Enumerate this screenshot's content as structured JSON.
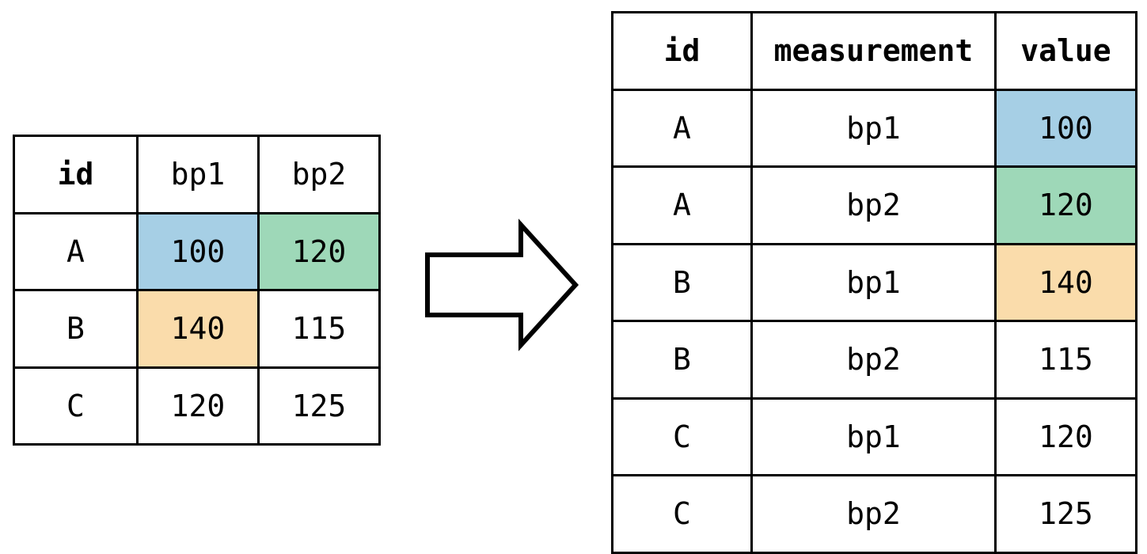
{
  "diagram": {
    "title": "pivot-longer-transformation",
    "arrow": {
      "icon": "right-arrow-icon",
      "direction": "right",
      "fill": "#ffffff",
      "stroke": "#000000"
    },
    "colors": {
      "blue": "#a6cfe5",
      "green": "#9ed8b8",
      "orange": "#fadcab",
      "border": "#000000",
      "background": "#ffffff"
    }
  },
  "wide_table": {
    "name": "wide-table",
    "headers": [
      "id",
      "bp1",
      "bp2"
    ],
    "header_bold": [
      true,
      false,
      false
    ],
    "rows": [
      {
        "cells": [
          "A",
          "100",
          "120"
        ],
        "highlights": [
          "none",
          "blue",
          "green"
        ]
      },
      {
        "cells": [
          "B",
          "140",
          "115"
        ],
        "highlights": [
          "none",
          "orange",
          "none"
        ]
      },
      {
        "cells": [
          "C",
          "120",
          "125"
        ],
        "highlights": [
          "none",
          "none",
          "none"
        ]
      }
    ]
  },
  "long_table": {
    "name": "long-table",
    "headers": [
      "id",
      "measurement",
      "value"
    ],
    "header_bold": [
      true,
      true,
      true
    ],
    "rows": [
      {
        "cells": [
          "A",
          "bp1",
          "100"
        ],
        "highlights": [
          "none",
          "none",
          "blue"
        ]
      },
      {
        "cells": [
          "A",
          "bp2",
          "120"
        ],
        "highlights": [
          "none",
          "none",
          "green"
        ]
      },
      {
        "cells": [
          "B",
          "bp1",
          "140"
        ],
        "highlights": [
          "none",
          "none",
          "orange"
        ]
      },
      {
        "cells": [
          "B",
          "bp2",
          "115"
        ],
        "highlights": [
          "none",
          "none",
          "none"
        ]
      },
      {
        "cells": [
          "C",
          "bp1",
          "120"
        ],
        "highlights": [
          "none",
          "none",
          "none"
        ]
      },
      {
        "cells": [
          "C",
          "bp2",
          "125"
        ],
        "highlights": [
          "none",
          "none",
          "none"
        ]
      }
    ]
  }
}
